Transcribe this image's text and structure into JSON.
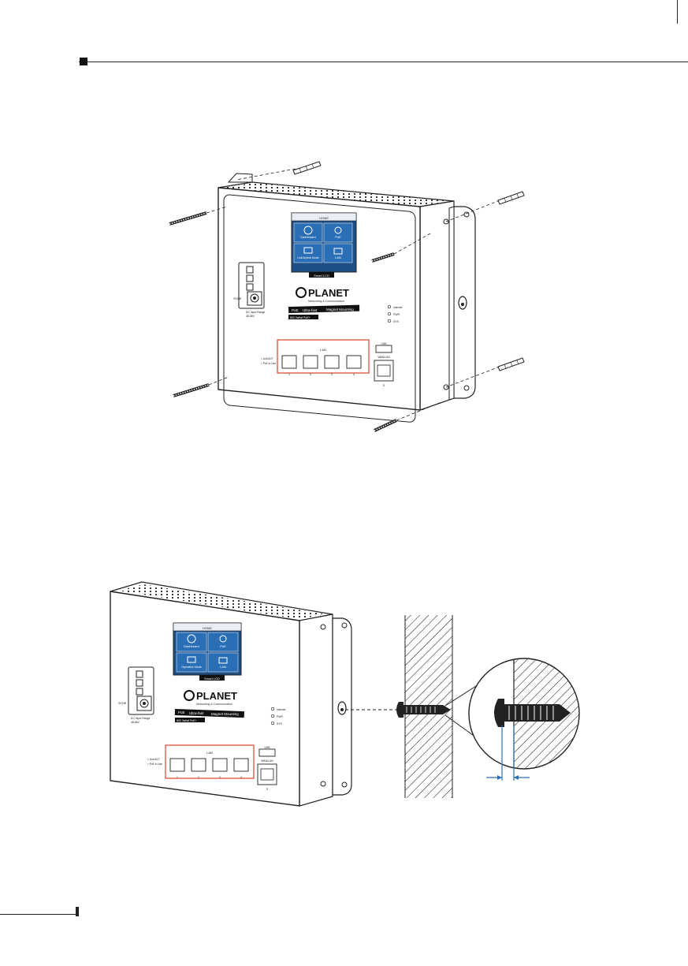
{
  "figure1": {
    "lcd_header": "HOME",
    "lcd_tiles": [
      "Dashboard",
      "PoE",
      "Link/Uplink Mode",
      "LAN"
    ],
    "lcd_caption": "Smart LCD",
    "brand": "PLANET",
    "brand_tagline": "Networking & Communication",
    "feature_badges": [
      "PoE",
      "Ultra-fast",
      "Magnet Mounting"
    ],
    "feature_sub": "802.3at/af PoE+",
    "dc_label": "DC Input Range",
    "dc_range": "48-56V",
    "led_labels": [
      "Internet",
      "PWR",
      "SYS"
    ],
    "lan_label": "LAN",
    "port_numbers": [
      "1",
      "2",
      "3",
      "4"
    ],
    "usb_label": "USB",
    "wan_label": "WAN/LAN",
    "wan_number": "5",
    "legend": [
      "= Link/ACT",
      "= PoE In-Use"
    ]
  },
  "figure2": {
    "lcd_header": "HOME",
    "lcd_tiles": [
      "Dashboard",
      "PoE",
      "Operation Mode",
      "LAN"
    ],
    "lcd_caption": "Smart LCD",
    "brand": "PLANET",
    "brand_tagline": "Networking & Communication",
    "feature_badges": [
      "PoE",
      "Ultra-fast",
      "Magnet Mounting"
    ],
    "feature_sub": "802.3at/af PoE+",
    "dc_label": "DC Input Range",
    "dc_range": "48-56V",
    "led_labels": [
      "Internet",
      "PWR",
      "SYS"
    ],
    "lan_label": "LAN",
    "port_numbers": [
      "1",
      "2",
      "3",
      "4"
    ],
    "usb_label": "USB",
    "wan_label": "WAN/LAN",
    "wan_number": "5",
    "legend": [
      "= Link/ACT",
      "= PoE In-Use"
    ]
  },
  "colors": {
    "line": "#1a1a1a",
    "lcd_blue": "#2a6fb5",
    "lcd_dark": "#1e4f86",
    "port_red": "#d9412b",
    "dim_blue": "#2a6fb5"
  }
}
